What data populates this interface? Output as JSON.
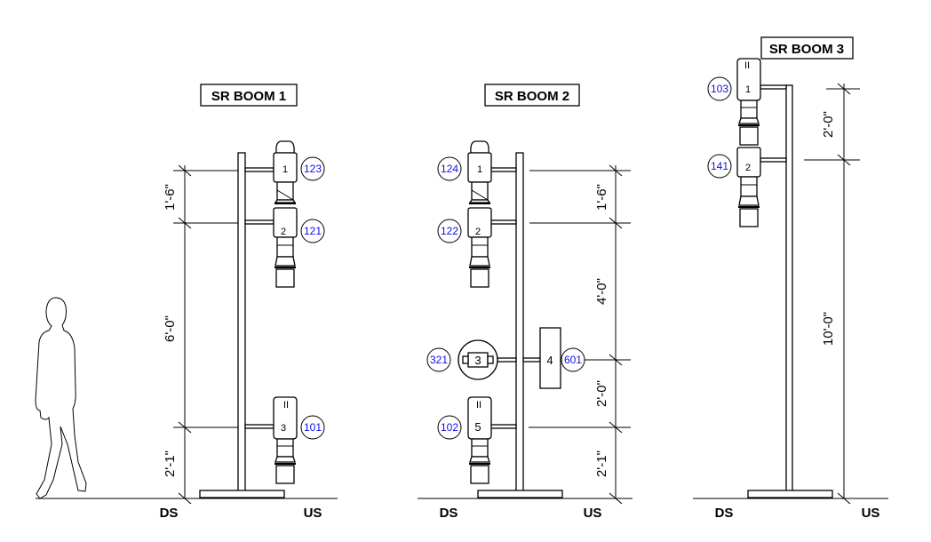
{
  "colors": {
    "tag_text": "#1010e0",
    "line": "#000000"
  },
  "boom1": {
    "title": "SR BOOM 1",
    "dims": [
      "1'-6\"",
      "6'-0\"",
      "2'-1\""
    ],
    "fixtures": [
      {
        "num": "1",
        "tag": "123"
      },
      {
        "num": "2",
        "tag": "121"
      },
      {
        "num": "3",
        "tag": "101"
      }
    ],
    "ds": "DS",
    "us": "US"
  },
  "boom2": {
    "title": "SR BOOM 2",
    "dims": [
      "1'-6\"",
      "4'-0\"",
      "2'-0\"",
      "2'-1\""
    ],
    "fixtures": [
      {
        "num": "1",
        "tag": "124"
      },
      {
        "num": "2",
        "tag": "122"
      },
      {
        "num": "3",
        "tag": "321"
      },
      {
        "num": "4",
        "tag": "601"
      },
      {
        "num": "5",
        "tag": "102"
      }
    ],
    "ds": "DS",
    "us": "US"
  },
  "boom3": {
    "title": "SR BOOM 3",
    "dims": [
      "2'-0\"",
      "10'-0\""
    ],
    "fixtures": [
      {
        "num": "1",
        "tag": "103"
      },
      {
        "num": "2",
        "tag": "141"
      }
    ],
    "ds": "DS",
    "us": "US"
  },
  "lens_mark": "II"
}
